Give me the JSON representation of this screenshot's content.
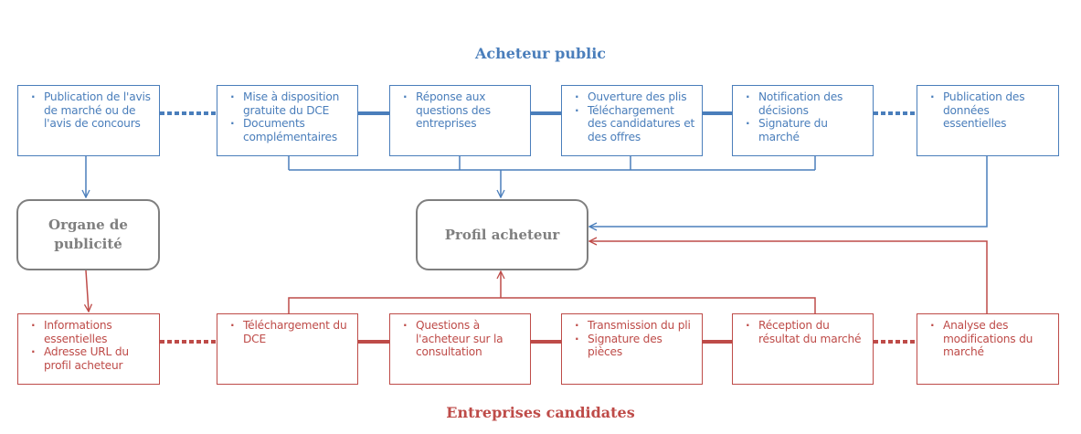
{
  "titles": {
    "top": "Acheteur public",
    "bottom": "Entreprises candidates"
  },
  "colors": {
    "acheteur": "#4a7ebb",
    "entreprises": "#be4b48",
    "hub": "#7f7f7f"
  },
  "hubs": {
    "organe": "Organe de publicité",
    "profil": "Profil acheteur"
  },
  "acheteur_steps": [
    {
      "items": [
        "Publication de l'avis de marché ou de l'avis de concours"
      ]
    },
    {
      "items": [
        "Mise à disposition gratuite du DCE",
        "Documents complémentaires"
      ]
    },
    {
      "items": [
        "Réponse aux questions des entreprises"
      ]
    },
    {
      "items": [
        "Ouverture des plis",
        "Téléchargement des candidatures et des offres"
      ]
    },
    {
      "items": [
        "Notification des décisions",
        "Signature du marché"
      ]
    },
    {
      "items": [
        "Publication des données essentielles"
      ]
    }
  ],
  "entreprises_steps": [
    {
      "items": [
        "Informations essentielles",
        "Adresse URL du profil acheteur"
      ]
    },
    {
      "items": [
        "Téléchargement du DCE"
      ]
    },
    {
      "items": [
        "Questions à l'acheteur sur la consultation"
      ]
    },
    {
      "items": [
        "Transmission du pli",
        "Signature des pièces"
      ]
    },
    {
      "items": [
        "Réception du résultat du marché"
      ]
    },
    {
      "items": [
        "Analyse des modifications du marché"
      ]
    }
  ]
}
